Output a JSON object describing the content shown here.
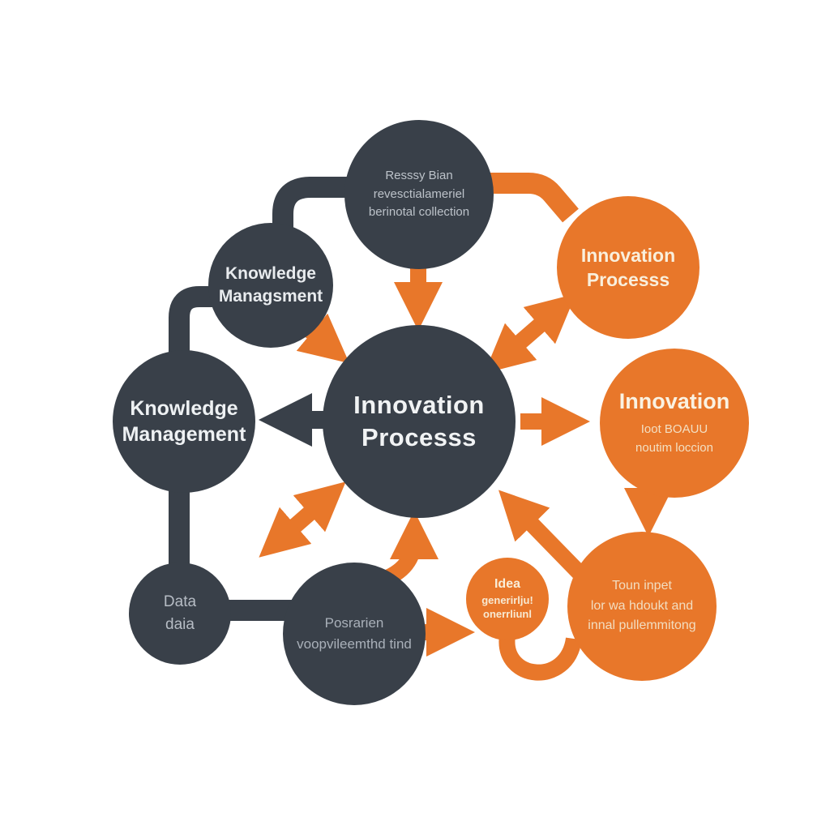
{
  "colors": {
    "dark": "#394049",
    "orange": "#E8772A",
    "background": "#FFFFFF"
  },
  "nodes": {
    "research": {
      "lines": [
        "Resssy Bian",
        "revesctialameriel",
        "berinotal collection"
      ]
    },
    "km_small": {
      "lines": [
        "Knowledge",
        "Managsment"
      ]
    },
    "km_large": {
      "lines": [
        "Knowledge",
        "Management"
      ]
    },
    "data": {
      "lines": [
        "Data",
        "daia"
      ]
    },
    "process_dev": {
      "lines": [
        "Posrarien",
        "voopvileemthd tind"
      ]
    },
    "center": {
      "lines": [
        "Innovation",
        "Processs"
      ]
    },
    "innovation_top": {
      "lines": [
        "Innovation",
        "Processs"
      ]
    },
    "innovation_right": {
      "title": "Innovation",
      "lines": [
        "Ioot BOAUU",
        "noutim loccion"
      ]
    },
    "team_input": {
      "lines": [
        "Toun inpet",
        "lor wa hdoukt and",
        "innal pullemmitong"
      ]
    },
    "idea": {
      "lines": [
        "Idea",
        "generirlju!",
        "onerrliunl"
      ]
    }
  }
}
